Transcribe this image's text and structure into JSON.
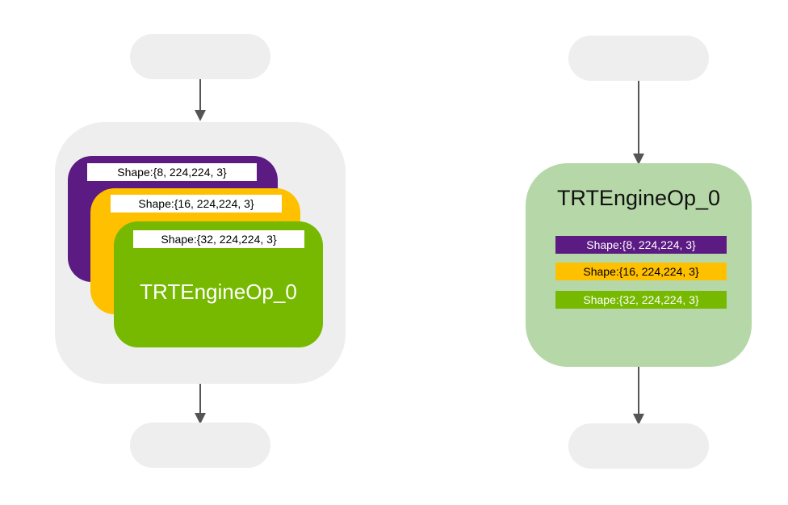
{
  "left": {
    "cards": [
      {
        "color": "#5c1a83",
        "label": "Shape:{8, 224,224, 3}"
      },
      {
        "color": "#ffc000",
        "label": "Shape:{16, 224,224, 3}"
      },
      {
        "color": "#76b900",
        "label": "Shape:{32, 224,224, 3}"
      }
    ],
    "engine_title": "TRTEngineOp_0",
    "group_color": "#eeeeee"
  },
  "right": {
    "engine_title": "TRTEngineOp_0",
    "node_color": "#b6d7a8",
    "bars": [
      {
        "color": "#5c1a83",
        "text_color": "#ffffff",
        "label": "Shape:{8, 224,224, 3}"
      },
      {
        "color": "#ffc000",
        "text_color": "#000000",
        "label": "Shape:{16, 224,224, 3}"
      },
      {
        "color": "#76b900",
        "text_color": "#ffffff",
        "label": "Shape:{32, 224,224, 3}"
      }
    ]
  },
  "colors": {
    "placeholder_node": "#eeeeee",
    "arrow": "#555555"
  }
}
